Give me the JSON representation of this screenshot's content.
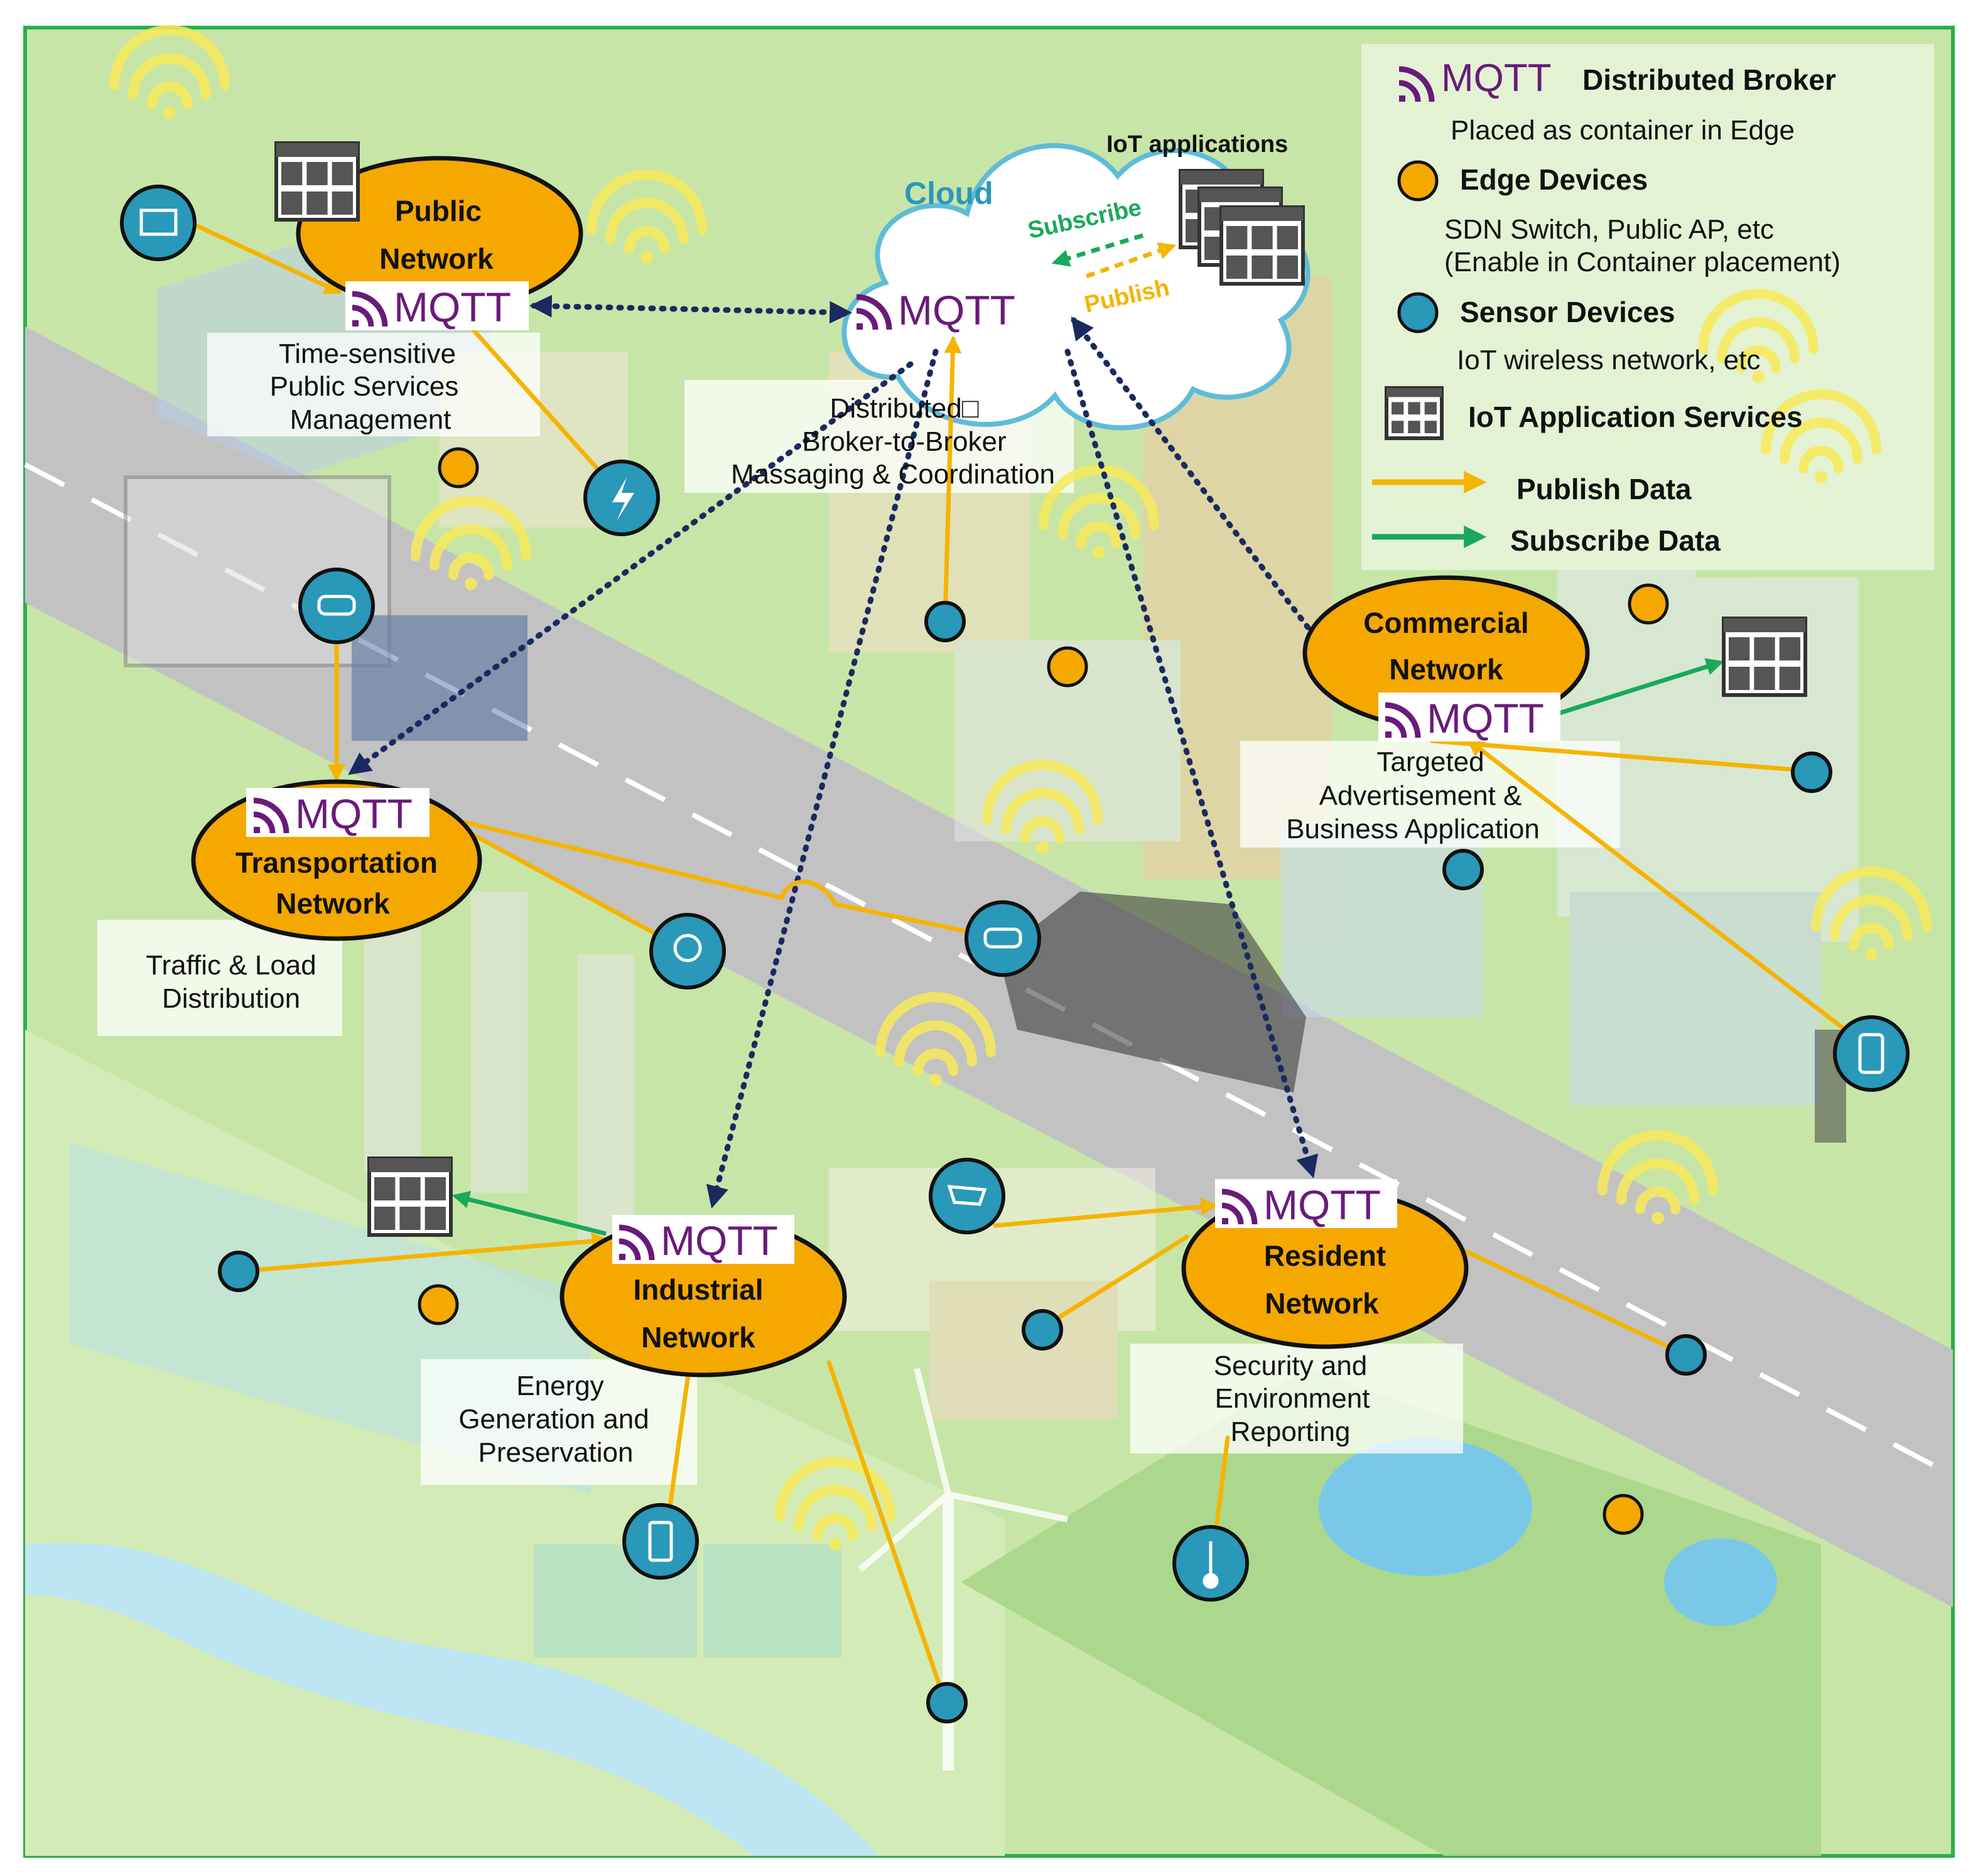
{
  "legend": {
    "broker_logo": "MQTT",
    "broker_title": "Distributed Broker",
    "broker_desc": "Placed as container in Edge",
    "edge_title": "Edge Devices",
    "edge_desc1": "SDN Switch, Public AP, etc",
    "edge_desc2": "(Enable in Container placement)",
    "sensor_title": "Sensor Devices",
    "sensor_desc": "IoT wireless network, etc",
    "app_title": "IoT Application Services",
    "publish_label": "Publish Data",
    "subscribe_label": "Subscribe Data"
  },
  "cloud": {
    "title": "Cloud",
    "apps_label": "IoT applications",
    "subscribe": "Subscribe",
    "publish": "Publish",
    "logo": "MQTT"
  },
  "networks": {
    "public": {
      "line1": "Public",
      "line2": "Network",
      "logo": "MQTT"
    },
    "transportation": {
      "line1": "Transportation",
      "line2": "Network",
      "logo": "MQTT"
    },
    "commercial": {
      "line1": "Commercial",
      "line2": "Network",
      "logo": "MQTT"
    },
    "industrial": {
      "line1": "Industrial",
      "line2": "Network",
      "logo": "MQTT"
    },
    "resident": {
      "line1": "Resident",
      "line2": "Network",
      "logo": "MQTT"
    }
  },
  "captions": {
    "public": [
      "Time-sensitive",
      "Public Services",
      "Management"
    ],
    "coordination": [
      "Distributed□",
      "Broker-to-Broker",
      "Massaging & Coordination"
    ],
    "transportation": [
      "Traffic & Load",
      "Distribution"
    ],
    "commercial": [
      "Targeted",
      "Advertisement &",
      "Business Application"
    ],
    "industrial": [
      "Energy",
      "Generation and",
      "Preservation"
    ],
    "resident": [
      "Security and",
      "Environment",
      "Reporting"
    ]
  },
  "colors": {
    "background": "#c8e5a8",
    "road": "#c2c2c2",
    "broker": "#f5a800",
    "sensor": "#2a98b8",
    "publish": "#f5b400",
    "subscribe": "#1aa85a",
    "mqtt": "#6a1a7a",
    "dotted": "#1a2a60",
    "frame": "#2bb04a"
  }
}
